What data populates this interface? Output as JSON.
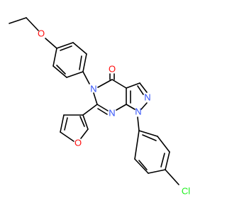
{
  "colors": {
    "background": "#ffffff",
    "bond": "#000000",
    "oxygen": "#ff0d0d",
    "nitrogen": "#3050f8",
    "chlorine": "#1ff01f"
  },
  "atoms": {
    "ether_oxygen": "O",
    "furan_oxygen": "O",
    "carbonyl_oxygen": "O",
    "n5": "N",
    "n7": "N",
    "n1": "N",
    "n2": "N",
    "chlorine": "Cl"
  }
}
